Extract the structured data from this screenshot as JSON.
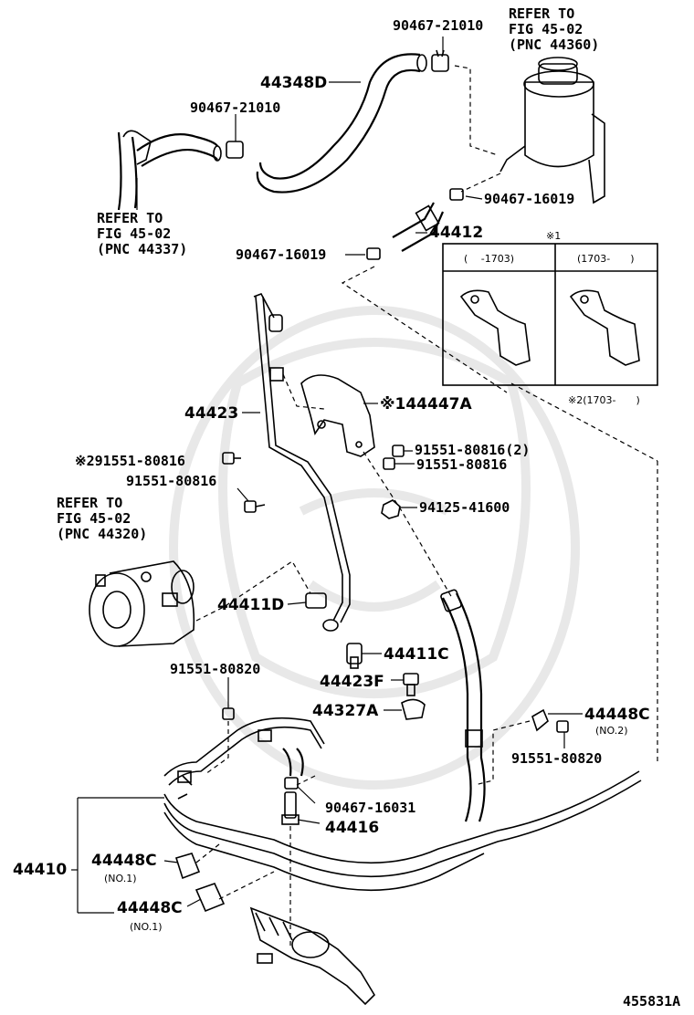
{
  "labels": {
    "p90467_21010_top": "90467-21010",
    "refer_top_l1": "REFER TO",
    "refer_top_l2": "FIG 45-02",
    "refer_top_l3": "(PNC 44360)",
    "p44348d": "44348D",
    "p90467_21010_left": "90467-21010",
    "refer_left_l1": "REFER TO",
    "refer_left_l2": "FIG 45-02",
    "refer_left_l3": "(PNC 44337)",
    "p90467_16019_r": "90467-16019",
    "p44412": "44412",
    "p90467_16019_l": "90467-16019",
    "note1_mark": "※1",
    "inset_col1": "(　 -1703)",
    "inset_col2": "(1703-　　)",
    "p44447a": "※144447A",
    "p44423": "44423",
    "note2_bracket": "※2(1703-　　)",
    "p91551_80816_a": "※291551-80816",
    "p91551_80816_b": "91551-80816(2)",
    "p91551_80816_c": "91551-80816",
    "p91551_80816_d": "91551-80816",
    "p94125_41600": "94125-41600",
    "refer_mid_l1": "REFER TO",
    "refer_mid_l2": "FIG 45-02",
    "refer_mid_l3": "(PNC 44320)",
    "p44411d": "44411D",
    "p44411c": "44411C",
    "p91551_80820_l": "91551-80820",
    "p44423f": "44423F",
    "p44327a": "44327A",
    "p44448c_r": "44448C",
    "no2": "(NO.2)",
    "p91551_80820_r": "91551-80820",
    "p90467_16031": "90467-16031",
    "p44416": "44416",
    "p44410": "44410",
    "p44448c_a": "44448C",
    "no1_a": "(NO.1)",
    "p44448c_b": "44448C",
    "no1_b": "(NO.1)",
    "figure_id": "455831A"
  }
}
